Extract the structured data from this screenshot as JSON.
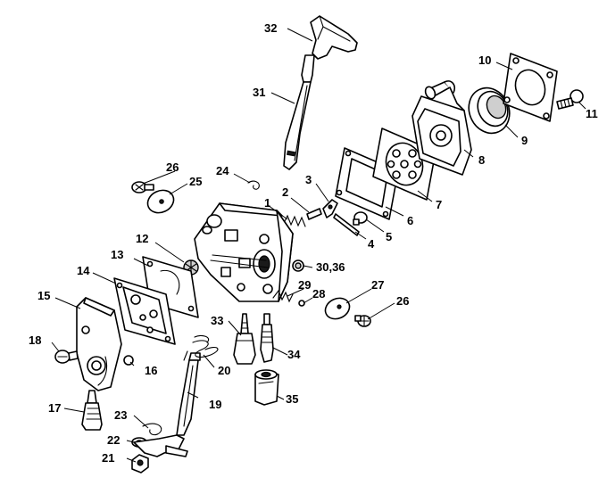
{
  "diagram": {
    "callouts": [
      {
        "id": "c1",
        "text": "1"
      },
      {
        "id": "c2",
        "text": "2"
      },
      {
        "id": "c3",
        "text": "3"
      },
      {
        "id": "c4",
        "text": "4"
      },
      {
        "id": "c5",
        "text": "5"
      },
      {
        "id": "c6",
        "text": "6"
      },
      {
        "id": "c7",
        "text": "7"
      },
      {
        "id": "c8",
        "text": "8"
      },
      {
        "id": "c9",
        "text": "9"
      },
      {
        "id": "c10",
        "text": "10"
      },
      {
        "id": "c11",
        "text": "11"
      },
      {
        "id": "c12",
        "text": "12"
      },
      {
        "id": "c13",
        "text": "13"
      },
      {
        "id": "c14",
        "text": "14"
      },
      {
        "id": "c15",
        "text": "15"
      },
      {
        "id": "c16",
        "text": "16"
      },
      {
        "id": "c17",
        "text": "17"
      },
      {
        "id": "c18",
        "text": "18"
      },
      {
        "id": "c19",
        "text": "19"
      },
      {
        "id": "c20",
        "text": "20"
      },
      {
        "id": "c21",
        "text": "21"
      },
      {
        "id": "c22",
        "text": "22"
      },
      {
        "id": "c23",
        "text": "23"
      },
      {
        "id": "c24",
        "text": "24"
      },
      {
        "id": "c25",
        "text": "25"
      },
      {
        "id": "c26a",
        "text": "26"
      },
      {
        "id": "c26b",
        "text": "26"
      },
      {
        "id": "c27",
        "text": "27"
      },
      {
        "id": "c28",
        "text": "28"
      },
      {
        "id": "c29",
        "text": "29"
      },
      {
        "id": "c3036",
        "text": "30,36"
      },
      {
        "id": "c31",
        "text": "31"
      },
      {
        "id": "c32",
        "text": "32"
      },
      {
        "id": "c33",
        "text": "33"
      },
      {
        "id": "c34",
        "text": "34"
      },
      {
        "id": "c35",
        "text": "35"
      }
    ]
  }
}
